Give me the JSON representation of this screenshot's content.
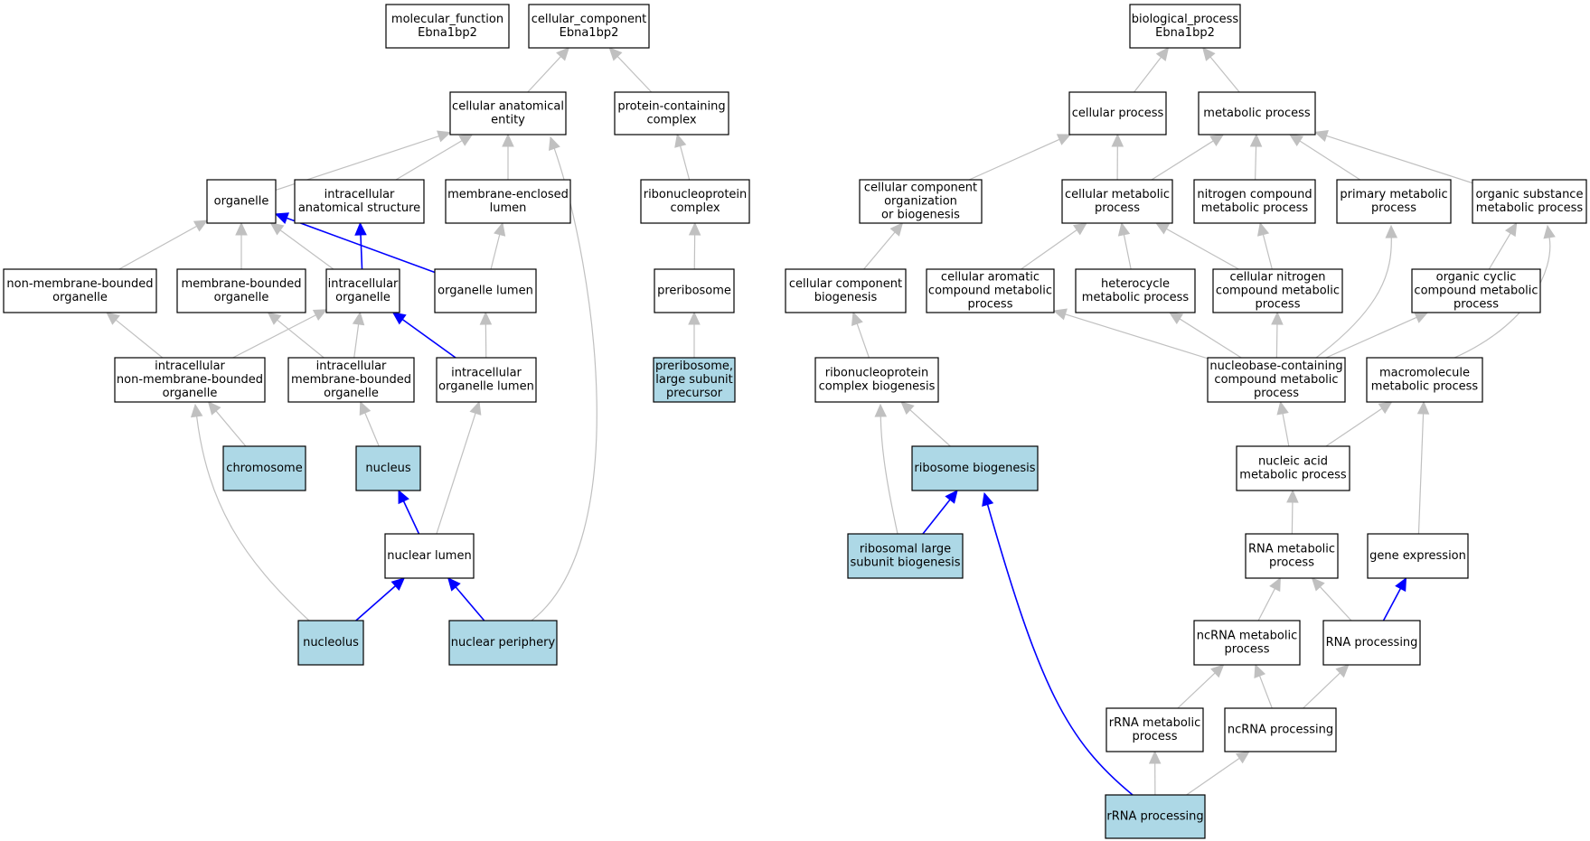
{
  "colors": {
    "background": "#ffffff",
    "node_fill": "#ffffff",
    "highlight_fill": "#add8e6",
    "node_stroke": "#000000",
    "edge": "#c0c0c0",
    "edge_highlight": "#0000ff"
  },
  "nodes": [
    {
      "id": "mf",
      "lines": [
        "molecular_function",
        "Ebna1bp2"
      ],
      "highlight": false
    },
    {
      "id": "cc",
      "lines": [
        "cellular_component",
        "Ebna1bp2"
      ],
      "highlight": false
    },
    {
      "id": "bp",
      "lines": [
        "biological_process",
        "Ebna1bp2"
      ],
      "highlight": false
    },
    {
      "id": "cae",
      "lines": [
        "cellular anatomical",
        "entity"
      ],
      "highlight": false
    },
    {
      "id": "pcc",
      "lines": [
        "protein-containing",
        "complex"
      ],
      "highlight": false
    },
    {
      "id": "organelle",
      "lines": [
        "organelle"
      ],
      "highlight": false
    },
    {
      "id": "ias",
      "lines": [
        "intracellular",
        "anatomical structure"
      ],
      "highlight": false
    },
    {
      "id": "mel",
      "lines": [
        "membrane-enclosed",
        "lumen"
      ],
      "highlight": false
    },
    {
      "id": "rnpc",
      "lines": [
        "ribonucleoprotein",
        "complex"
      ],
      "highlight": false
    },
    {
      "id": "nmbo",
      "lines": [
        "non-membrane-bounded",
        "organelle"
      ],
      "highlight": false
    },
    {
      "id": "mbo",
      "lines": [
        "membrane-bounded",
        "organelle"
      ],
      "highlight": false
    },
    {
      "id": "io",
      "lines": [
        "intracellular",
        "organelle"
      ],
      "highlight": false
    },
    {
      "id": "ol",
      "lines": [
        "organelle lumen"
      ],
      "highlight": false
    },
    {
      "id": "preribosome",
      "lines": [
        "preribosome"
      ],
      "highlight": false
    },
    {
      "id": "inmbo",
      "lines": [
        "intracellular",
        "non-membrane-bounded",
        "organelle"
      ],
      "highlight": false
    },
    {
      "id": "imbo",
      "lines": [
        "intracellular",
        "membrane-bounded",
        "organelle"
      ],
      "highlight": false
    },
    {
      "id": "iol",
      "lines": [
        "intracellular",
        "organelle lumen"
      ],
      "highlight": false
    },
    {
      "id": "prelsp",
      "lines": [
        "preribosome,",
        "large subunit",
        "precursor"
      ],
      "highlight": true
    },
    {
      "id": "chromosome",
      "lines": [
        "chromosome"
      ],
      "highlight": true
    },
    {
      "id": "nucleus",
      "lines": [
        "nucleus"
      ],
      "highlight": true
    },
    {
      "id": "nl",
      "lines": [
        "nuclear lumen"
      ],
      "highlight": false
    },
    {
      "id": "nucleolus",
      "lines": [
        "nucleolus"
      ],
      "highlight": true
    },
    {
      "id": "np",
      "lines": [
        "nuclear periphery"
      ],
      "highlight": true
    },
    {
      "id": "cp",
      "lines": [
        "cellular process"
      ],
      "highlight": false
    },
    {
      "id": "mp",
      "lines": [
        "metabolic process"
      ],
      "highlight": false
    },
    {
      "id": "ccob",
      "lines": [
        "cellular component",
        "organization",
        "or biogenesis"
      ],
      "highlight": false
    },
    {
      "id": "cmp",
      "lines": [
        "cellular metabolic",
        "process"
      ],
      "highlight": false
    },
    {
      "id": "ncmp",
      "lines": [
        "nitrogen compound",
        "metabolic process"
      ],
      "highlight": false
    },
    {
      "id": "pmp",
      "lines": [
        "primary metabolic",
        "process"
      ],
      "highlight": false
    },
    {
      "id": "osmp",
      "lines": [
        "organic substance",
        "metabolic process"
      ],
      "highlight": false
    },
    {
      "id": "ccb",
      "lines": [
        "cellular component",
        "biogenesis"
      ],
      "highlight": false
    },
    {
      "id": "cacmp",
      "lines": [
        "cellular aromatic",
        "compound metabolic",
        "process"
      ],
      "highlight": false
    },
    {
      "id": "hmp",
      "lines": [
        "heterocycle",
        "metabolic process"
      ],
      "highlight": false
    },
    {
      "id": "cncmp",
      "lines": [
        "cellular nitrogen",
        "compound metabolic",
        "process"
      ],
      "highlight": false
    },
    {
      "id": "occmp",
      "lines": [
        "organic cyclic",
        "compound metabolic",
        "process"
      ],
      "highlight": false
    },
    {
      "id": "rnpcb",
      "lines": [
        "ribonucleoprotein",
        "complex biogenesis"
      ],
      "highlight": false
    },
    {
      "id": "nbccmp",
      "lines": [
        "nucleobase-containing",
        "compound metabolic",
        "process"
      ],
      "highlight": false
    },
    {
      "id": "macmp",
      "lines": [
        "macromolecule",
        "metabolic process"
      ],
      "highlight": false
    },
    {
      "id": "rb",
      "lines": [
        "ribosome biogenesis"
      ],
      "highlight": true
    },
    {
      "id": "namp",
      "lines": [
        "nucleic acid",
        "metabolic process"
      ],
      "highlight": false
    },
    {
      "id": "rlsb",
      "lines": [
        "ribosomal large",
        "subunit biogenesis"
      ],
      "highlight": true
    },
    {
      "id": "rnamp",
      "lines": [
        "RNA metabolic",
        "process"
      ],
      "highlight": false
    },
    {
      "id": "ge",
      "lines": [
        "gene expression"
      ],
      "highlight": false
    },
    {
      "id": "ncrnamp",
      "lines": [
        "ncRNA metabolic",
        "process"
      ],
      "highlight": false
    },
    {
      "id": "rnap",
      "lines": [
        "RNA processing"
      ],
      "highlight": false
    },
    {
      "id": "rrnamp",
      "lines": [
        "rRNA metabolic",
        "process"
      ],
      "highlight": false
    },
    {
      "id": "ncrnap",
      "lines": [
        "ncRNA processing"
      ],
      "highlight": false
    },
    {
      "id": "rrnap",
      "lines": [
        "rRNA processing"
      ],
      "highlight": true
    }
  ],
  "edges": [
    {
      "from": "cae",
      "to": "cc",
      "highlight": false
    },
    {
      "from": "pcc",
      "to": "cc",
      "highlight": false
    },
    {
      "from": "organelle",
      "to": "cae",
      "highlight": false
    },
    {
      "from": "ias",
      "to": "cae",
      "highlight": false
    },
    {
      "from": "mel",
      "to": "cae",
      "highlight": false
    },
    {
      "from": "np",
      "to": "cae",
      "highlight": false
    },
    {
      "from": "rnpc",
      "to": "pcc",
      "highlight": false
    },
    {
      "from": "nmbo",
      "to": "organelle",
      "highlight": false
    },
    {
      "from": "mbo",
      "to": "organelle",
      "highlight": false
    },
    {
      "from": "io",
      "to": "organelle",
      "highlight": false
    },
    {
      "from": "ol",
      "to": "organelle",
      "highlight": true
    },
    {
      "from": "io",
      "to": "ias",
      "highlight": true
    },
    {
      "from": "ol",
      "to": "mel",
      "highlight": false
    },
    {
      "from": "preribosome",
      "to": "rnpc",
      "highlight": false
    },
    {
      "from": "inmbo",
      "to": "nmbo",
      "highlight": false
    },
    {
      "from": "inmbo",
      "to": "io",
      "highlight": false
    },
    {
      "from": "imbo",
      "to": "mbo",
      "highlight": false
    },
    {
      "from": "imbo",
      "to": "io",
      "highlight": false
    },
    {
      "from": "iol",
      "to": "io",
      "highlight": true
    },
    {
      "from": "iol",
      "to": "ol",
      "highlight": false
    },
    {
      "from": "prelsp",
      "to": "preribosome",
      "highlight": false
    },
    {
      "from": "chromosome",
      "to": "inmbo",
      "highlight": false
    },
    {
      "from": "nucleolus",
      "to": "inmbo",
      "highlight": false
    },
    {
      "from": "nucleus",
      "to": "imbo",
      "highlight": false
    },
    {
      "from": "nl",
      "to": "iol",
      "highlight": false
    },
    {
      "from": "nl",
      "to": "nucleus",
      "highlight": true
    },
    {
      "from": "nucleolus",
      "to": "nl",
      "highlight": true
    },
    {
      "from": "np",
      "to": "nl",
      "highlight": true
    },
    {
      "from": "cp",
      "to": "bp",
      "highlight": false
    },
    {
      "from": "mp",
      "to": "bp",
      "highlight": false
    },
    {
      "from": "ccob",
      "to": "cp",
      "highlight": false
    },
    {
      "from": "cmp",
      "to": "cp",
      "highlight": false
    },
    {
      "from": "cmp",
      "to": "mp",
      "highlight": false
    },
    {
      "from": "ncmp",
      "to": "mp",
      "highlight": false
    },
    {
      "from": "pmp",
      "to": "mp",
      "highlight": false
    },
    {
      "from": "osmp",
      "to": "mp",
      "highlight": false
    },
    {
      "from": "ccb",
      "to": "ccob",
      "highlight": false
    },
    {
      "from": "cacmp",
      "to": "cmp",
      "highlight": false
    },
    {
      "from": "hmp",
      "to": "cmp",
      "highlight": false
    },
    {
      "from": "cncmp",
      "to": "cmp",
      "highlight": false
    },
    {
      "from": "cncmp",
      "to": "ncmp",
      "highlight": false
    },
    {
      "from": "occmp",
      "to": "osmp",
      "highlight": false
    },
    {
      "from": "rnpcb",
      "to": "ccb",
      "highlight": false
    },
    {
      "from": "nbccmp",
      "to": "cacmp",
      "highlight": false
    },
    {
      "from": "nbccmp",
      "to": "hmp",
      "highlight": false
    },
    {
      "from": "nbccmp",
      "to": "cncmp",
      "highlight": false
    },
    {
      "from": "nbccmp",
      "to": "pmp",
      "highlight": false
    },
    {
      "from": "nbccmp",
      "to": "occmp",
      "highlight": false
    },
    {
      "from": "macmp",
      "to": "osmp",
      "highlight": false
    },
    {
      "from": "rb",
      "to": "rnpcb",
      "highlight": false
    },
    {
      "from": "rlsb",
      "to": "rnpcb",
      "highlight": false
    },
    {
      "from": "namp",
      "to": "nbccmp",
      "highlight": false
    },
    {
      "from": "namp",
      "to": "macmp",
      "highlight": false
    },
    {
      "from": "rlsb",
      "to": "rb",
      "highlight": true
    },
    {
      "from": "rrnap",
      "to": "rb",
      "highlight": true
    },
    {
      "from": "rnamp",
      "to": "namp",
      "highlight": false
    },
    {
      "from": "ge",
      "to": "macmp",
      "highlight": false
    },
    {
      "from": "ncrnamp",
      "to": "rnamp",
      "highlight": false
    },
    {
      "from": "rnap",
      "to": "rnamp",
      "highlight": false
    },
    {
      "from": "rnap",
      "to": "ge",
      "highlight": true
    },
    {
      "from": "rrnamp",
      "to": "ncrnamp",
      "highlight": false
    },
    {
      "from": "ncrnap",
      "to": "ncrnamp",
      "highlight": false
    },
    {
      "from": "ncrnap",
      "to": "rnap",
      "highlight": false
    },
    {
      "from": "rrnap",
      "to": "rrnamp",
      "highlight": false
    },
    {
      "from": "rrnap",
      "to": "ncrnap",
      "highlight": false
    }
  ]
}
